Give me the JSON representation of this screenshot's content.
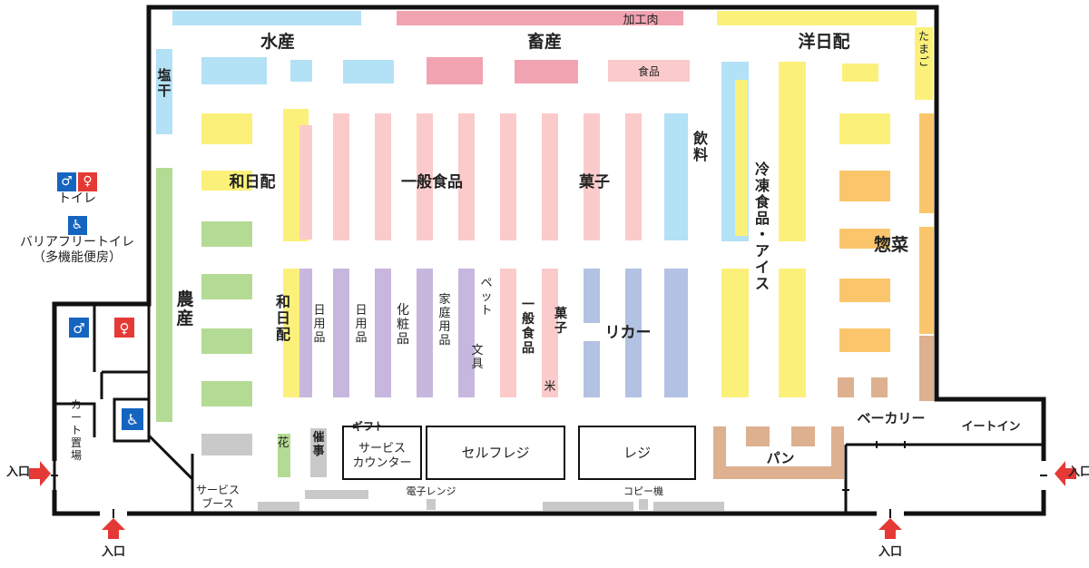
{
  "colors": {
    "fish": "#b3e1f5",
    "meat": "#f2a3b1",
    "yellow": "#fbf17a",
    "general": "#fbcaca",
    "daily": "#c7b7de",
    "liquor": "#b2c2e2",
    "green": "#b4db94",
    "deli": "#fbc66b",
    "bread": "#ddb08f",
    "gray": "#c9c9c9",
    "wall": "#111111",
    "arrow": "#e53935"
  },
  "sections": {
    "fish": "水産",
    "meat": "畜産",
    "western_daily": "洋日配",
    "processed_meat": "加工肉",
    "eggs": "たまご",
    "food": "食品",
    "salted_dried": "塩干",
    "japanese_daily": "和日配",
    "general_food": "一般食品",
    "snacks": "菓子",
    "drinks": "飲料",
    "frozen_ice": "冷凍食品・アイス",
    "deli": "惣菜",
    "produce": "農産",
    "japanese_daily2": "和日配",
    "daily_goods1": "日用品",
    "daily_goods2": "日用品",
    "cosmetics": "化粧品",
    "household": "家庭用品",
    "pet": "ペット",
    "stationery": "文具",
    "general_food2": "一般食品",
    "snacks2": "菓子",
    "rice": "米",
    "liquor": "リカー",
    "bakery": "ベーカリー",
    "eat_in": "イートイン",
    "bread": "パン",
    "flowers": "花",
    "event": "催事",
    "gift": "ギフト",
    "service_counter": "サービス\nカウンター",
    "self_register": "セルフレジ",
    "register": "レジ",
    "microwave": "電子レンジ",
    "copier": "コピー機",
    "service_booth": "サービス\nブース",
    "cart_storage": "カート置場"
  },
  "entrances": {
    "left": "入口",
    "bottom_left": "入口",
    "bottom_right": "入口",
    "right": "入口"
  },
  "legend": {
    "toilet": "トイレ",
    "barrier_free": "バリアフリートイレ",
    "multi_purpose": "（多機能便房）"
  },
  "icons": {
    "man": "man-toilet-icon",
    "woman": "woman-toilet-icon",
    "accessible": "wheelchair-icon",
    "arrow": "entrance-arrow-icon"
  }
}
